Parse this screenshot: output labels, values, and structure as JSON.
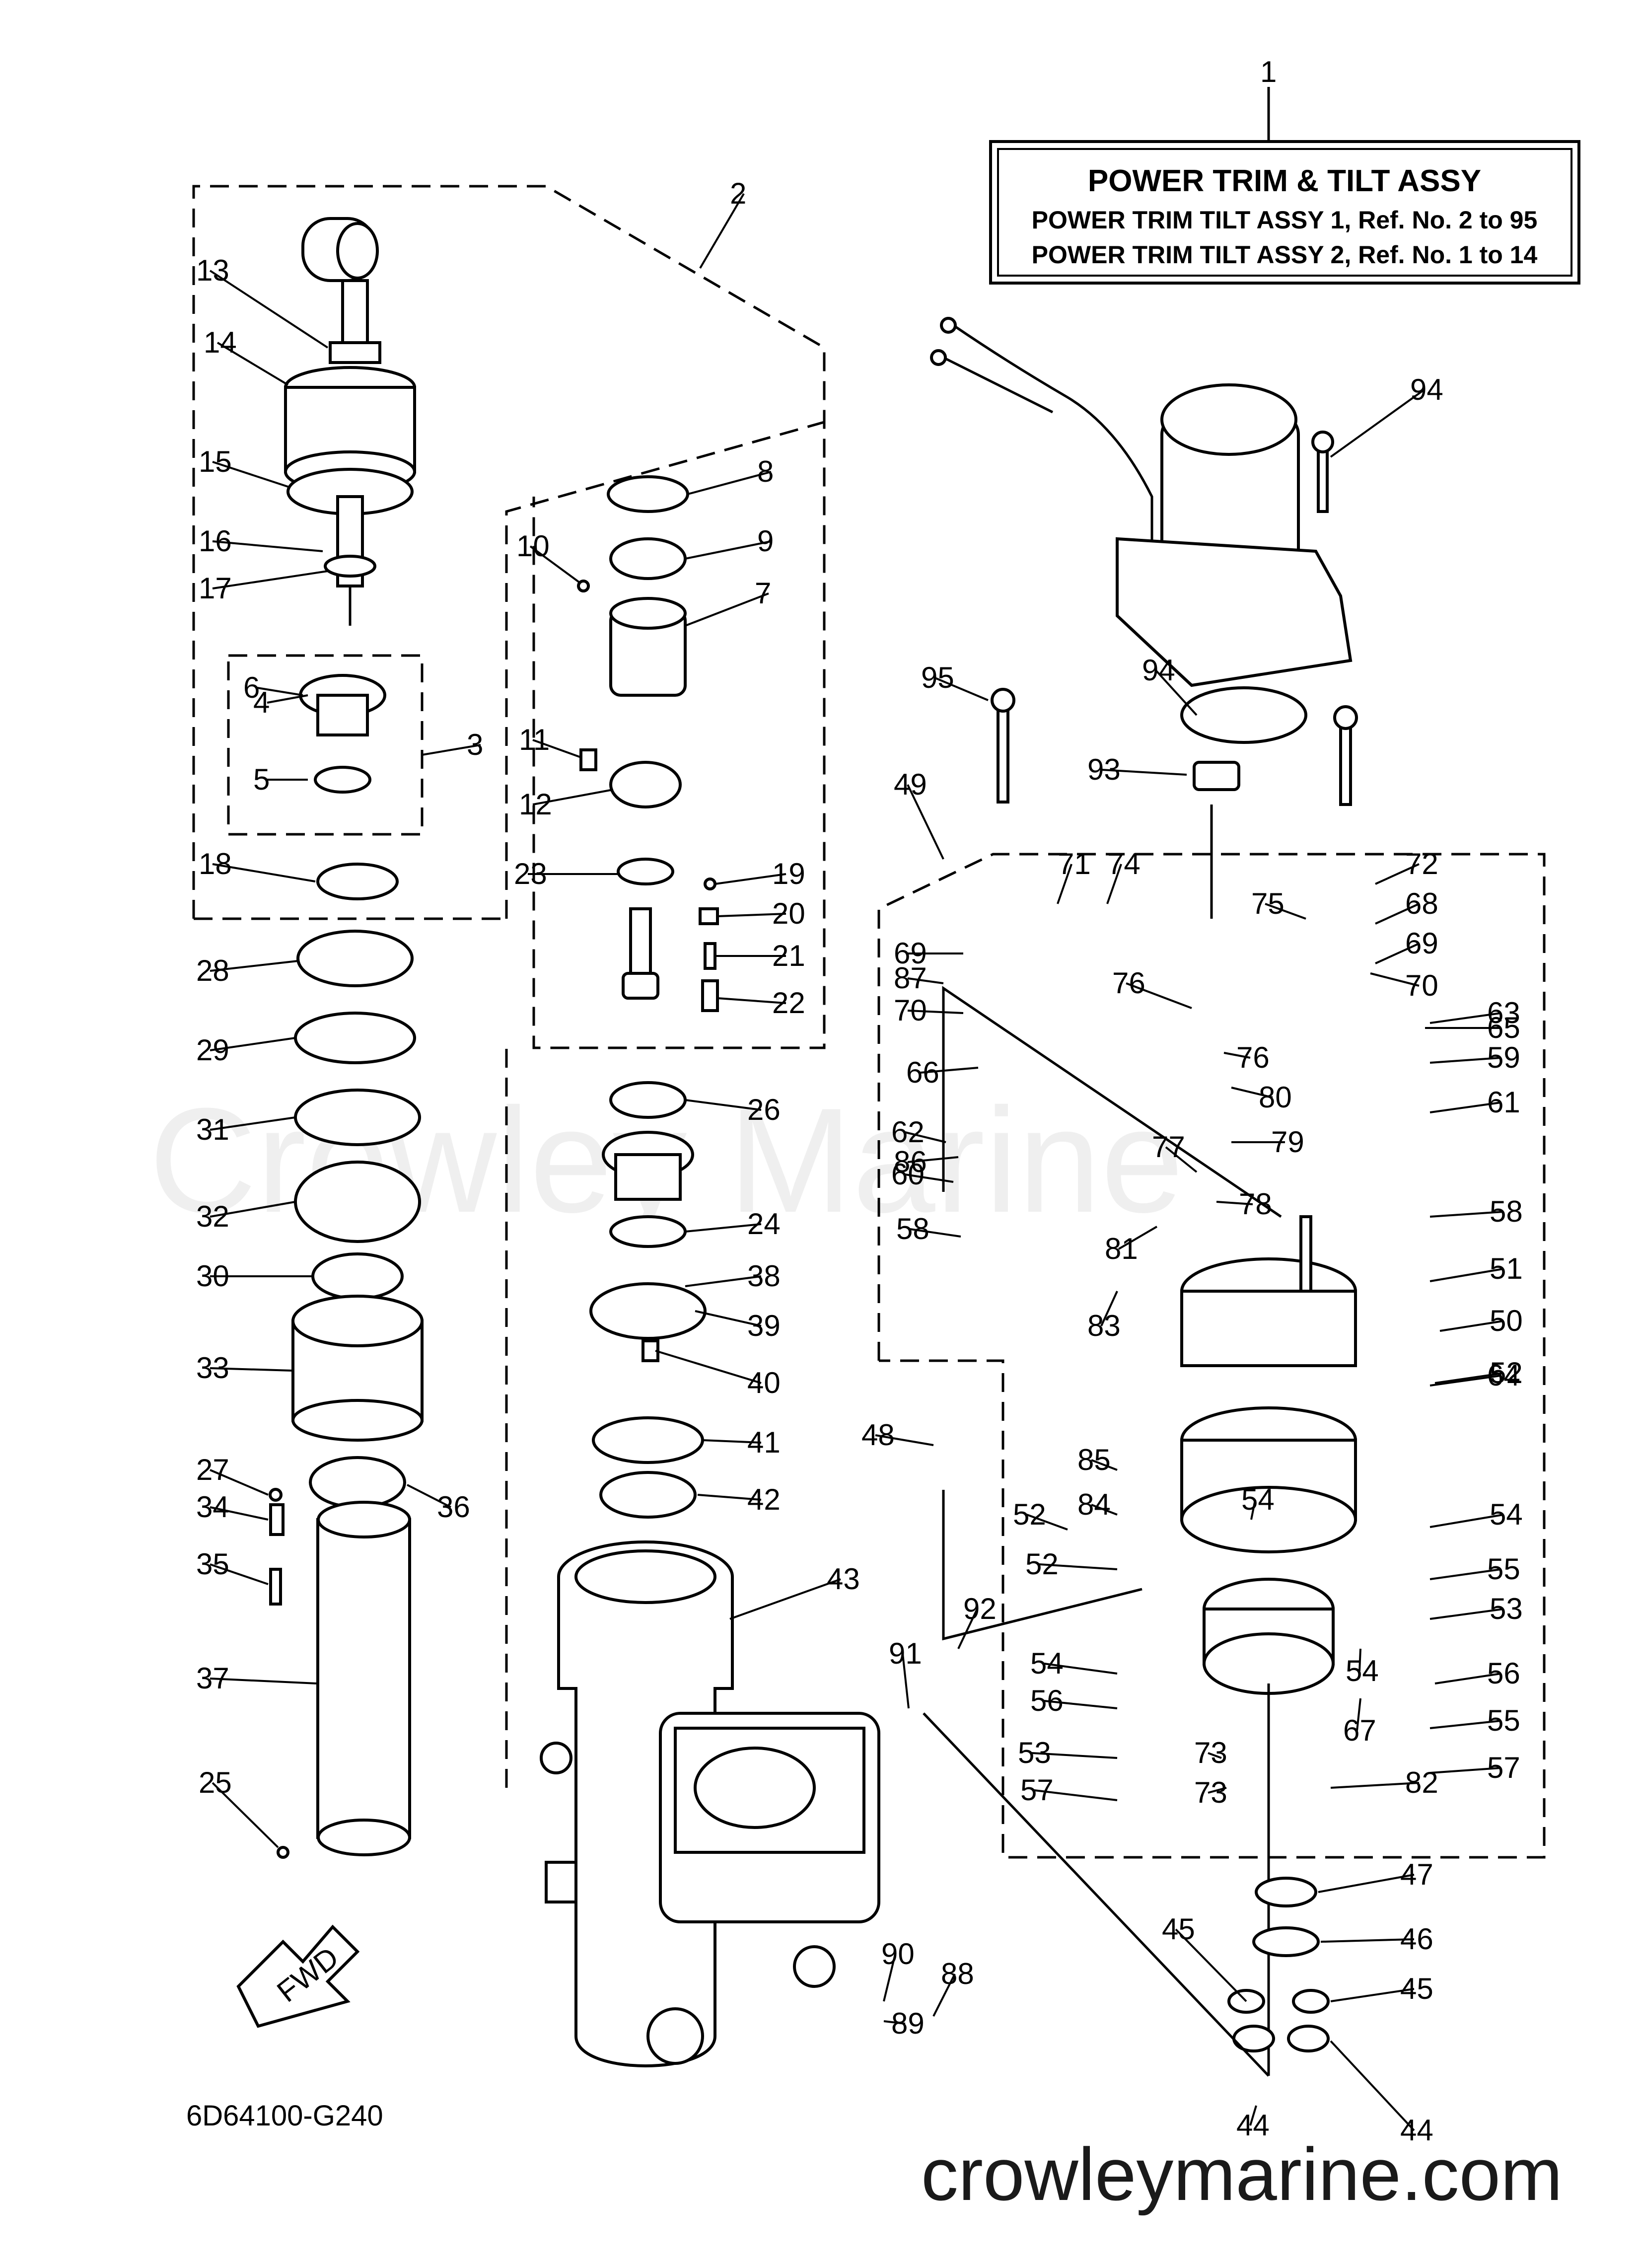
{
  "title_box": {
    "ref": "1",
    "title": "POWER TRIM & TILT ASSY",
    "line1": "POWER TRIM TILT ASSY 1,  Ref. No. 2 to 95",
    "line2": "POWER TRIM TILT ASSY 2,  Ref. No. 1 to 14"
  },
  "diagram_code": "6D64100-G240",
  "fwd_label": "FWD",
  "watermark": "Crowley Marine",
  "site": "crowleymarine.com",
  "part_refs": [
    "2",
    "3",
    "4",
    "5",
    "6",
    "7",
    "8",
    "9",
    "10",
    "11",
    "12",
    "13",
    "14",
    "15",
    "16",
    "17",
    "18",
    "19",
    "20",
    "21",
    "22",
    "23",
    "24",
    "25",
    "26",
    "27",
    "28",
    "29",
    "30",
    "31",
    "32",
    "33",
    "34",
    "35",
    "36",
    "37",
    "38",
    "39",
    "40",
    "41",
    "42",
    "43",
    "44",
    "44",
    "45",
    "45",
    "46",
    "47",
    "48",
    "49",
    "50",
    "51",
    "52",
    "52",
    "52",
    "53",
    "53",
    "54",
    "54",
    "54",
    "54",
    "55",
    "55",
    "56",
    "56",
    "57",
    "57",
    "58",
    "58",
    "59",
    "60",
    "61",
    "62",
    "63",
    "64",
    "65",
    "66",
    "67",
    "68",
    "69",
    "69",
    "70",
    "70",
    "71",
    "72",
    "73",
    "73",
    "74",
    "75",
    "76",
    "76",
    "77",
    "78",
    "79",
    "80",
    "81",
    "82",
    "83",
    "84",
    "85",
    "86",
    "87",
    "88",
    "89",
    "90",
    "91",
    "92",
    "93",
    "94",
    "94",
    "95"
  ]
}
